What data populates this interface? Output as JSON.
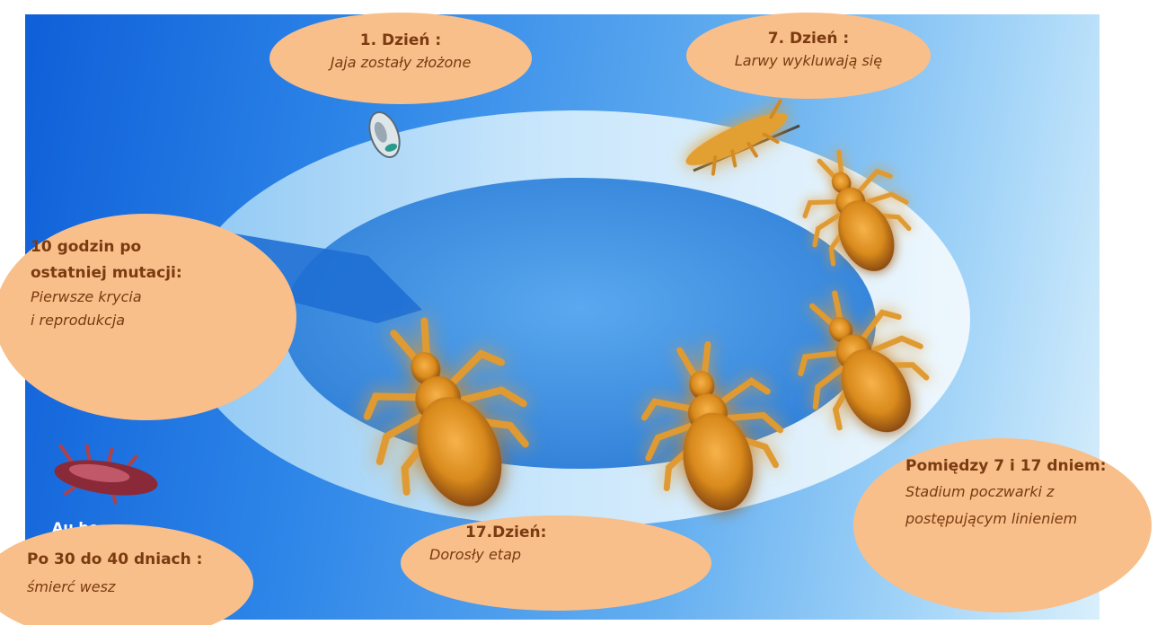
{
  "colors": {
    "background_dark": "#0f5fd8",
    "background_light": "#d9effc",
    "ring": "#dbeffa",
    "bubble": "#f8bf8b",
    "bubble_text": "#7a3b10",
    "louse_body": "#d98a1c"
  },
  "stages": {
    "day1": {
      "title": "1. Dzień :",
      "text": "Jaja zostały złożone"
    },
    "day7": {
      "title": "7. Dzień :",
      "text": "Larwy wykluwają się"
    },
    "nymph": {
      "title": "Pomiędzy 7 i 17 dniem:",
      "text_line1": "Stadium poczwarki z",
      "text_line2": "postępującym linieniem"
    },
    "day17": {
      "title": "17.Dzień:",
      "text": "Dorosły etap"
    },
    "mating": {
      "title_line1": "10 godzin po",
      "title_line2": "ostatniej mutacji:",
      "text_line1": "Pierwsze krycia",
      "text_line2": "i reprodukcja"
    },
    "death": {
      "title": "Po 30 do 40 dniach :",
      "text": "śmierć wesz"
    }
  },
  "caption": "Au bo",
  "icons": {
    "egg": "egg-icon",
    "larva": "larva-icon",
    "louse": "louse-icon",
    "dead_louse": "dead-louse-icon"
  }
}
